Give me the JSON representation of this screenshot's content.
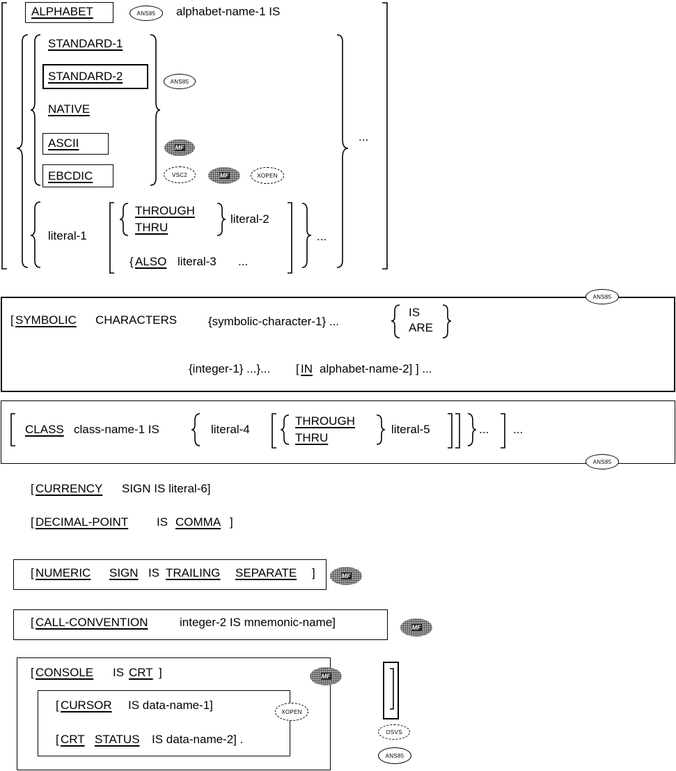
{
  "alphabet": {
    "keyword": "ALPHABET",
    "name_text": "alphabet-name-1 IS",
    "options": [
      "STANDARD-1",
      "STANDARD-2",
      "NATIVE",
      "ASCII",
      "EBCDIC"
    ],
    "literal1": "literal-1",
    "through": "THROUGH",
    "thru": "THRU",
    "literal2": "literal-2",
    "also": "ALSO",
    "literal3": "literal-3",
    "ellipsis": "..."
  },
  "symbolic": {
    "symbolic_kw": "SYMBOLIC",
    "characters": "CHARACTERS",
    "sym_char": "{symbolic-character-1} ...",
    "is": "IS",
    "are": "ARE",
    "integer": "{integer-1} ...}...",
    "in_kw": "IN",
    "alphabet_name2": "alphabet-name-2] ] ..."
  },
  "class": {
    "class_kw": "CLASS",
    "name_text": "class-name-1  IS",
    "literal4": "literal-4",
    "through": "THROUGH",
    "thru": "THRU",
    "literal5": "literal-5",
    "ellipsis": "...",
    "ellipsis2": "..."
  },
  "currency": {
    "open": "[",
    "keyword": "CURRENCY",
    "rest": "SIGN IS literal-6]"
  },
  "decimal": {
    "open": "[",
    "keyword": "DECIMAL-POINT",
    "is": "IS",
    "comma": "COMMA",
    "close": "]"
  },
  "numeric": {
    "open": "[",
    "numeric": "NUMERIC",
    "sign": "SIGN",
    "is": "IS",
    "trailing": "TRAILING",
    "separate": "SEPARATE",
    "close": "]"
  },
  "call": {
    "open": "[",
    "keyword": "CALL-CONVENTION",
    "rest": "integer-2 IS mnemonic-name]"
  },
  "console": {
    "open": "[",
    "console": "CONSOLE",
    "is": "IS",
    "crt": "CRT",
    "close": "]"
  },
  "cursor": {
    "open": "[",
    "cursor": "CURSOR",
    "rest": "IS data-name-1]"
  },
  "crtstatus": {
    "open": "[",
    "crt": "CRT",
    "status": "STATUS",
    "rest": "IS data-name-2] ."
  },
  "badges": {
    "ans85": "ANS85",
    "vsc2": "VSC2",
    "xopen": "XOPEN",
    "osvs": "OSVS",
    "mf": "MF"
  }
}
